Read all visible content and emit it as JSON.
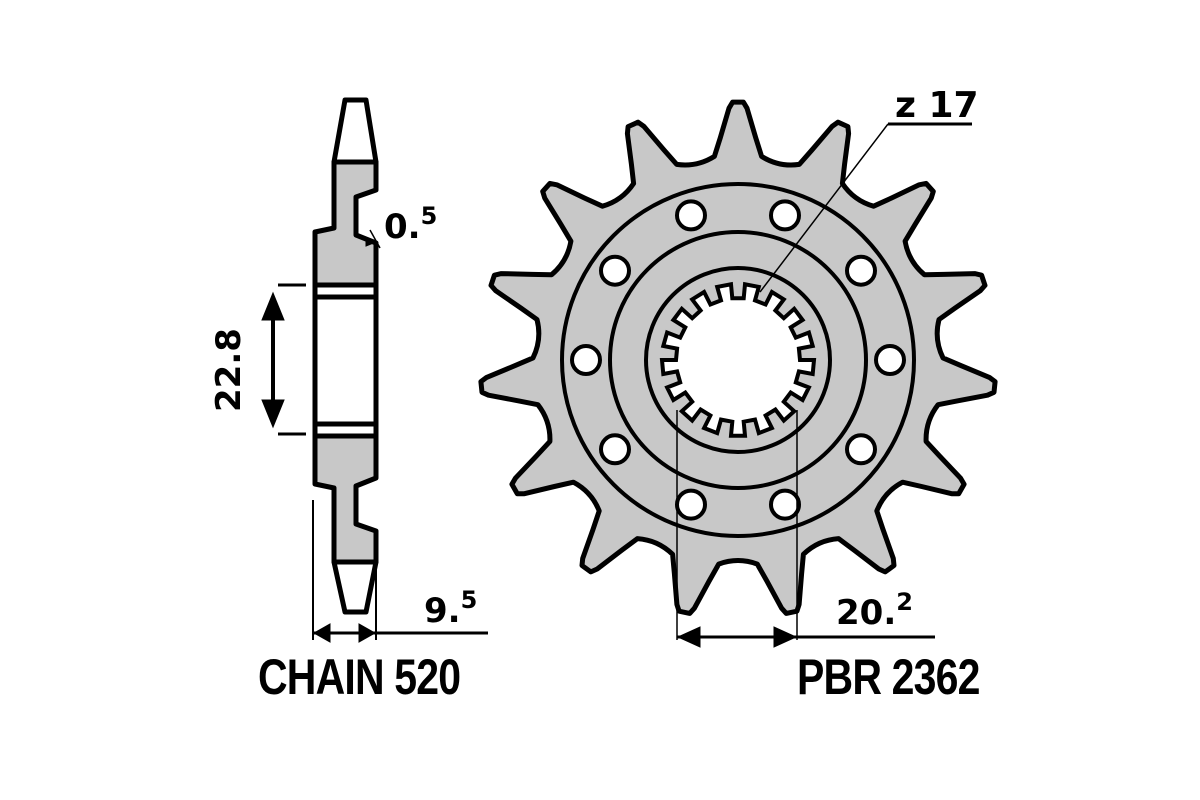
{
  "drawing": {
    "side_view": {
      "chain_label": "CHAIN 520",
      "hub_width_dim": {
        "main": "22",
        "sep": ".",
        "frac": "8",
        "full": "22.8"
      },
      "offset_dim": {
        "main": "0",
        "sep": ".",
        "frac": "5",
        "full": "0.5"
      },
      "thickness_dim": {
        "main": "9",
        "sep": ".",
        "frac": "5",
        "full": "9.5"
      }
    },
    "front_view": {
      "part_number": "PBR 2362",
      "teeth_count": 15,
      "spline_label": "z 17",
      "bolt_holes": 10,
      "spline_dim": {
        "main": "20",
        "sep": ".",
        "frac": "2",
        "full": "20.2"
      }
    },
    "colors": {
      "fill": "#c8c8c8",
      "stroke": "#000000",
      "background": "#ffffff"
    }
  }
}
